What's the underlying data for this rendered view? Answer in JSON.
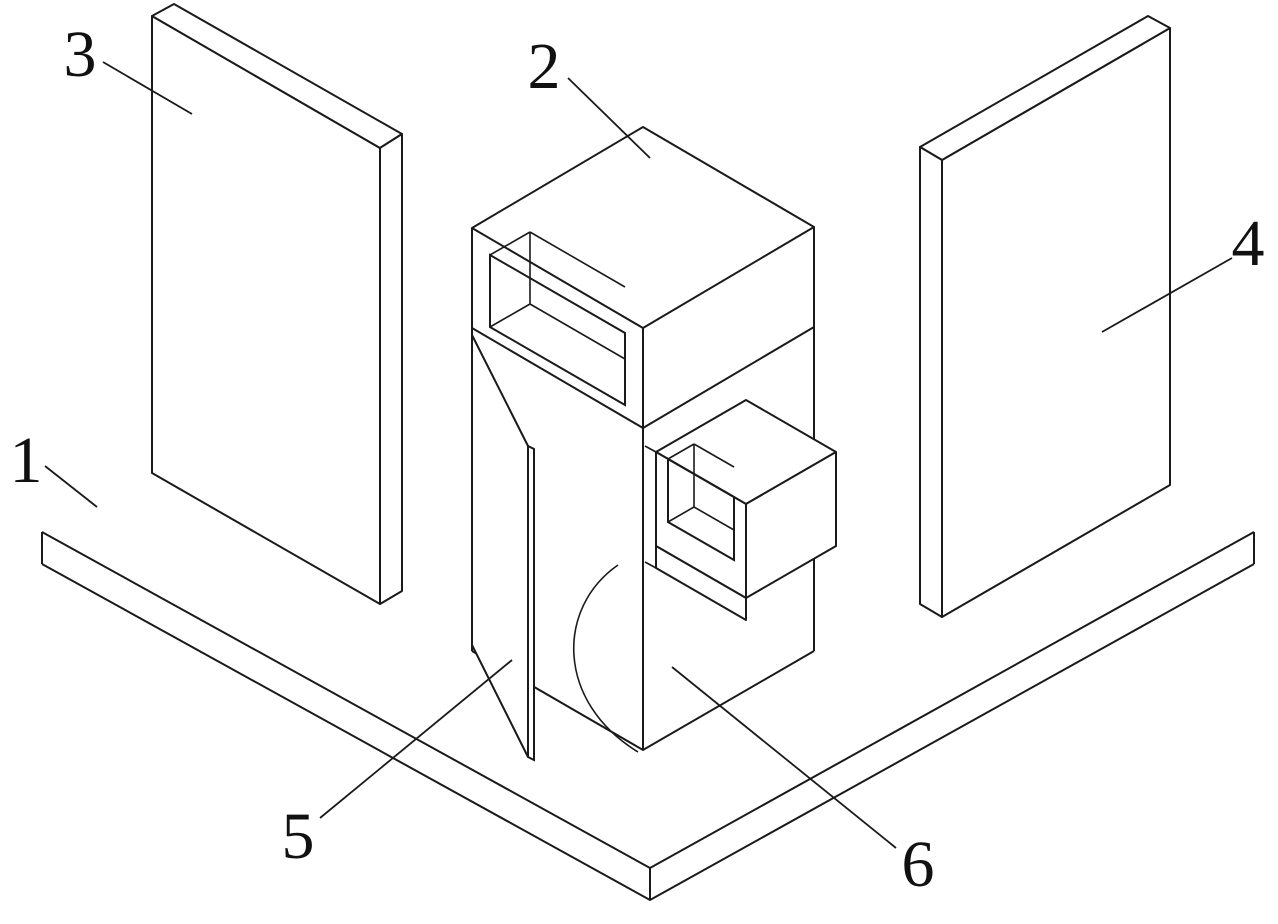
{
  "figure": {
    "background": "#ffffff",
    "line_color": "#1a1a1a",
    "label_color": "#111111"
  },
  "labels": {
    "l1": "1",
    "l2": "2",
    "l3": "3",
    "l4": "4",
    "l5": "5",
    "l6": "6"
  }
}
